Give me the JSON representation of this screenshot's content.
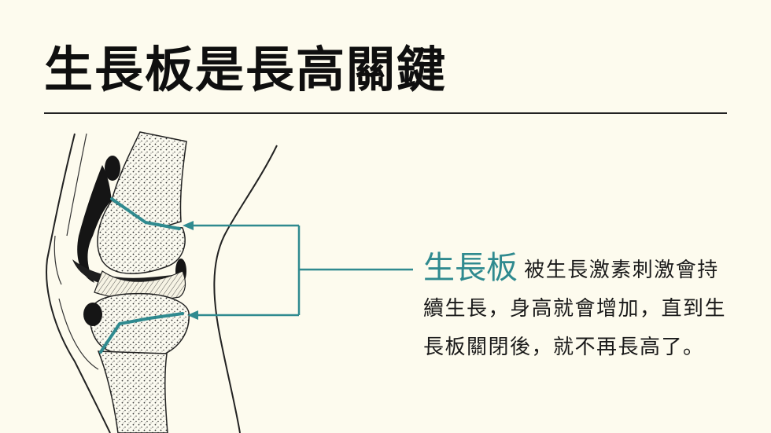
{
  "title": "生長板是長高關鍵",
  "callout": {
    "term": "生長板",
    "description": "被生長激素刺激會持續生長，身高就會增加，直到生長板關閉後，就不再長高了。"
  },
  "colors": {
    "background": "#fdfbee",
    "accent_teal": "#2f8a8f",
    "ink": "#111111"
  },
  "icons": {
    "illustration": "knee-joint-anatomy",
    "arrows": "arrow-left-icon"
  }
}
